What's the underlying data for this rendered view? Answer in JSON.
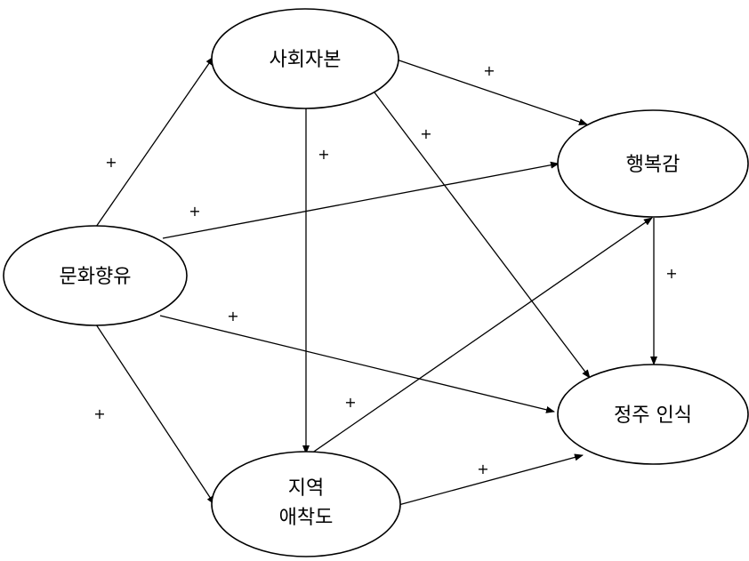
{
  "nodes": {
    "social_capital": {
      "label": "사회자본"
    },
    "happiness": {
      "label": "행복감"
    },
    "cultural_enjoyment": {
      "label": "문화향유"
    },
    "settlement_intention": {
      "label": "정주 인식"
    },
    "local_attachment": {
      "line1": "지역",
      "line2": "애착도"
    }
  },
  "edges": [
    {
      "from": "cultural_enjoyment",
      "to": "social_capital",
      "sign": "+"
    },
    {
      "from": "cultural_enjoyment",
      "to": "happiness",
      "sign": "+"
    },
    {
      "from": "cultural_enjoyment",
      "to": "settlement_intention",
      "sign": "+"
    },
    {
      "from": "cultural_enjoyment",
      "to": "local_attachment",
      "sign": "+"
    },
    {
      "from": "social_capital",
      "to": "happiness",
      "sign": "+"
    },
    {
      "from": "social_capital",
      "to": "settlement_intention",
      "sign": "+"
    },
    {
      "from": "social_capital",
      "to": "local_attachment",
      "sign": "+"
    },
    {
      "from": "happiness",
      "to": "settlement_intention",
      "sign": "+"
    },
    {
      "from": "local_attachment",
      "to": "happiness",
      "sign": "+"
    },
    {
      "from": "local_attachment",
      "to": "settlement_intention",
      "sign": "+"
    }
  ]
}
